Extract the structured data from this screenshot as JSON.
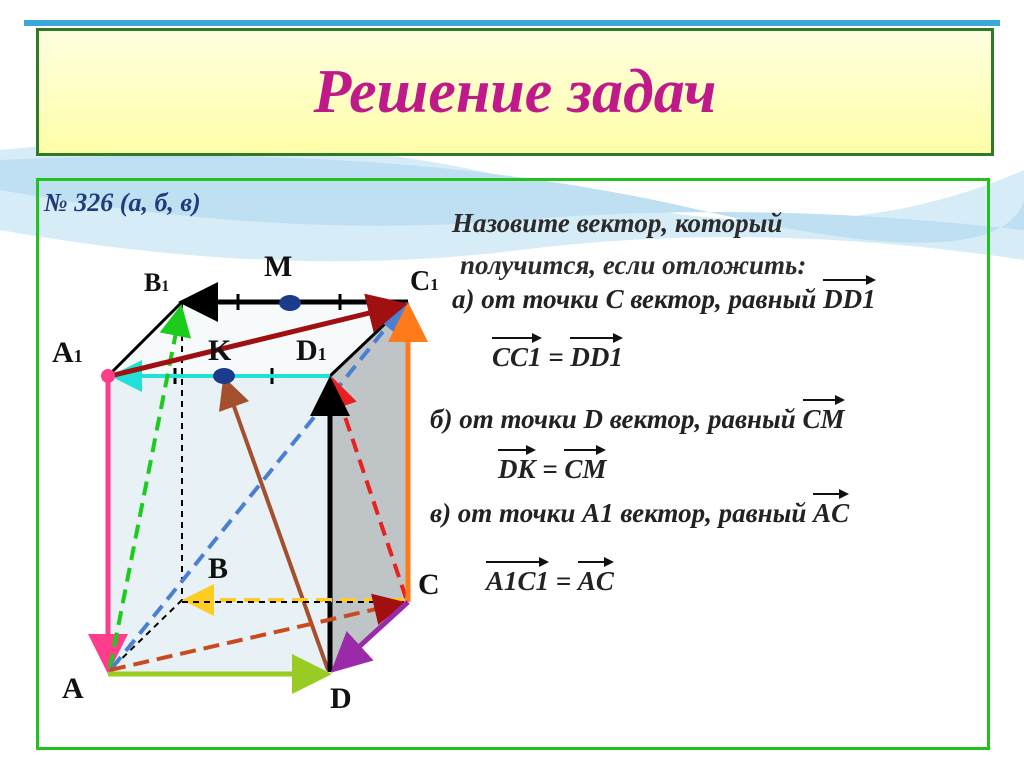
{
  "title": "Решение задач",
  "problem_number": "№ 326 (а, б, в)",
  "question": {
    "line1": "Назовите вектор, который",
    "line2": "получится, если отложить:"
  },
  "items": {
    "a": {
      "label": "а) от точки С вектор, равный",
      "vec": "DD1",
      "answer_left": "CC1",
      "eq": "=",
      "answer_right": "DD1"
    },
    "b": {
      "label": "б) от точки D вектор, равный",
      "vec": "CM",
      "answer_left": "DK",
      "eq": "=",
      "answer_right": "CM"
    },
    "c": {
      "label": "в) от точки А1 вектор, равный",
      "vec": "AC",
      "answer_left": "A1C1",
      "eq": "=",
      "answer_right": "AC"
    }
  },
  "points": {
    "A1": "A",
    "A1_sub": "1",
    "B1": "B",
    "B1_sub": "1",
    "C1": "C",
    "C1_sub": "1",
    "D1": "D",
    "D1_sub": "1",
    "A": "A",
    "B": "B",
    "C": "C",
    "D": "D",
    "M": "M",
    "K": "K"
  },
  "colors": {
    "title": "#c0198a",
    "frame": "#22c21e",
    "title_border": "#2f7a2a",
    "edge_black": "#000000",
    "vec_pink": "#ff3d8b",
    "vec_green_dash": "#1ccc1c",
    "vec_blue_dash": "#4a7fd4",
    "vec_red_dash": "#e8201e",
    "vec_darkred": "#a01010",
    "vec_brown": "#a4502c",
    "vec_orange": "#ff7a1a",
    "vec_yellow_dash": "#ffcc22",
    "vec_lime": "#99cc22",
    "vec_purple": "#9a2aa8",
    "vec_cyan": "#22e0d8",
    "point_navy": "#1a3c8a"
  }
}
